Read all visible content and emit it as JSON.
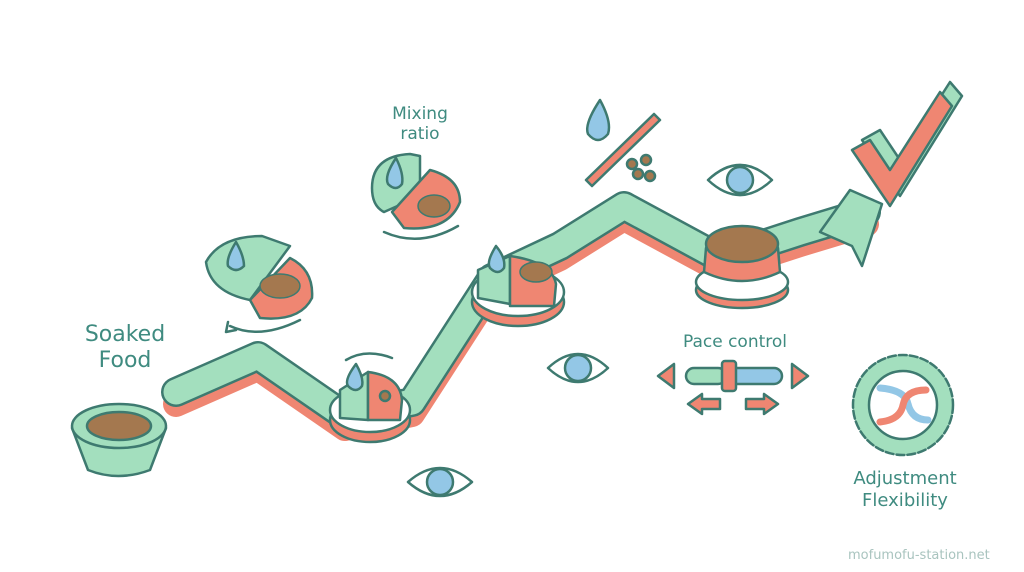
{
  "labels": {
    "soaked_food": "Soaked\nFood",
    "mixing_ratio": "Mixing\nratio",
    "pace_control": "Pace control",
    "adjustment_flexibility": "Adjustment\nFlexibility"
  },
  "watermark": "mofumofu-station.net",
  "colors": {
    "green": "#a3dfbe",
    "salmon": "#ef8672",
    "outline": "#3e7a70",
    "blue": "#93c7e6",
    "kibble": "#a4784f",
    "text": "#3f8b80"
  }
}
